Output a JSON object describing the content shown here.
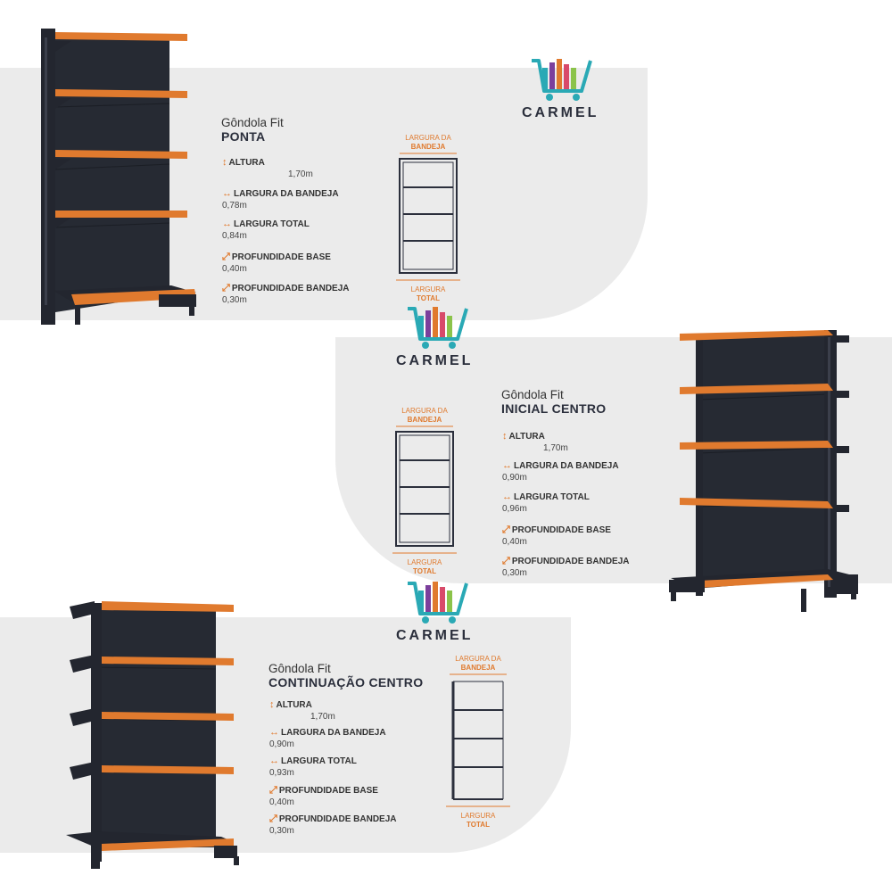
{
  "brand": {
    "name": "CARMEL",
    "colors": {
      "orange": "#e07a2e",
      "dark": "#2b2f3c",
      "panel": "#ebebeb"
    }
  },
  "products": [
    {
      "title_line1": "Gôndola Fit",
      "title_line2": "PONTA",
      "specs": [
        {
          "icon": "vertical-arrow-icon",
          "label": "ALTURA",
          "value": "1,70m"
        },
        {
          "icon": "horizontal-arrow-icon",
          "label": "LARGURA DA BANDEJA",
          "value": "0,78m"
        },
        {
          "icon": "horizontal-arrow-icon",
          "label": "LARGURA TOTAL",
          "value": "0,84m"
        },
        {
          "icon": "diagonal-arrow-icon",
          "label": "PROFUNDIDADE BASE",
          "value": "0,40m"
        },
        {
          "icon": "diagonal-arrow-icon",
          "label": "PROFUNDIDADE BANDEJA",
          "value": "0,30m"
        }
      ],
      "diagram": {
        "top_line1": "LARGURA DA",
        "top_line2": "BANDEJA",
        "bottom_line1": "LARGURA",
        "bottom_line2": "TOTAL"
      }
    },
    {
      "title_line1": "Gôndola Fit",
      "title_line2": "INICIAL CENTRO",
      "specs": [
        {
          "icon": "vertical-arrow-icon",
          "label": "ALTURA",
          "value": "1,70m"
        },
        {
          "icon": "horizontal-arrow-icon",
          "label": "LARGURA DA BANDEJA",
          "value": "0,90m"
        },
        {
          "icon": "horizontal-arrow-icon",
          "label": "LARGURA TOTAL",
          "value": "0,96m"
        },
        {
          "icon": "diagonal-arrow-icon",
          "label": "PROFUNDIDADE BASE",
          "value": "0,40m"
        },
        {
          "icon": "diagonal-arrow-icon",
          "label": "PROFUNDIDADE BANDEJA",
          "value": "0,30m"
        }
      ],
      "diagram": {
        "top_line1": "LARGURA DA",
        "top_line2": "BANDEJA",
        "bottom_line1": "LARGURA",
        "bottom_line2": "TOTAL"
      }
    },
    {
      "title_line1": "Gôndola Fit",
      "title_line2": "CONTINUAÇÃO CENTRO",
      "specs": [
        {
          "icon": "vertical-arrow-icon",
          "label": "ALTURA",
          "value": "1,70m"
        },
        {
          "icon": "horizontal-arrow-icon",
          "label": "LARGURA DA BANDEJA",
          "value": "0,90m"
        },
        {
          "icon": "horizontal-arrow-icon",
          "label": "LARGURA TOTAL",
          "value": "0,93m"
        },
        {
          "icon": "diagonal-arrow-icon",
          "label": "PROFUNDIDADE BASE",
          "value": "0,40m"
        },
        {
          "icon": "diagonal-arrow-icon",
          "label": "PROFUNDIDADE BANDEJA",
          "value": "0,30m"
        }
      ],
      "diagram": {
        "top_line1": "LARGURA DA",
        "top_line2": "BANDEJA",
        "bottom_line1": "LARGURA",
        "bottom_line2": "TOTAL"
      }
    }
  ]
}
